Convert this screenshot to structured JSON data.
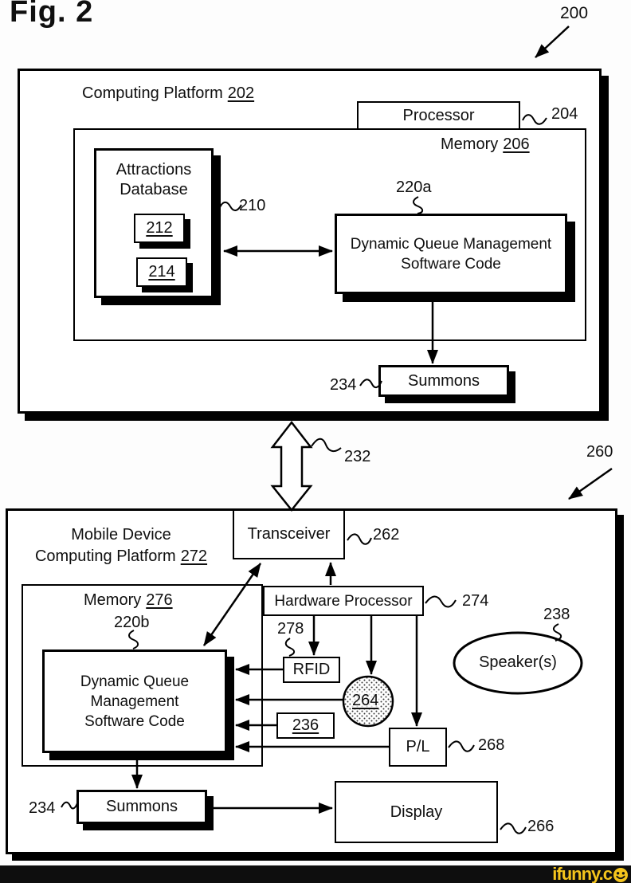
{
  "figure": {
    "label": "Fig. 2",
    "ref": "200"
  },
  "upper": {
    "platform_title": "Computing Platform",
    "platform_ref": "202",
    "processor_label": "Processor",
    "processor_ref": "204",
    "memory_label": "Memory",
    "memory_ref": "206",
    "attractions_line1": "Attractions",
    "attractions_line2": "Database",
    "attractions_ref": "210",
    "item1_ref": "212",
    "item2_ref": "214",
    "dqm_ref": "220a",
    "dqm_line1": "Dynamic Queue Management",
    "dqm_line2": "Software Code",
    "summons_label": "Summons",
    "summons_ref": "234"
  },
  "bus_ref": "232",
  "lower": {
    "ref": "260",
    "platform_line1": "Mobile Device",
    "platform_line2": "Computing Platform",
    "platform_ref": "272",
    "transceiver_label": "Transceiver",
    "transceiver_ref": "262",
    "memory_label": "Memory",
    "memory_ref": "276",
    "dqm_ref": "220b",
    "dqm_line1": "Dynamic Queue",
    "dqm_line2": "Management",
    "dqm_line3": "Software Code",
    "hw_label": "Hardware Processor",
    "hw_ref": "274",
    "rfid_label": "RFID",
    "rfid_ref": "278",
    "sensor_ref": "264",
    "module_ref": "236",
    "pl_label": "P/L",
    "pl_ref": "268",
    "speakers_label": "Speaker(s)",
    "speakers_ref": "238",
    "summons_label": "Summons",
    "summons_ref": "234",
    "display_label": "Display",
    "display_ref": "266"
  },
  "watermark": {
    "text": "ifunny.c",
    "accent": "#F5C51C",
    "bar": "#0E0E0E",
    "face": "#F5C51C"
  }
}
